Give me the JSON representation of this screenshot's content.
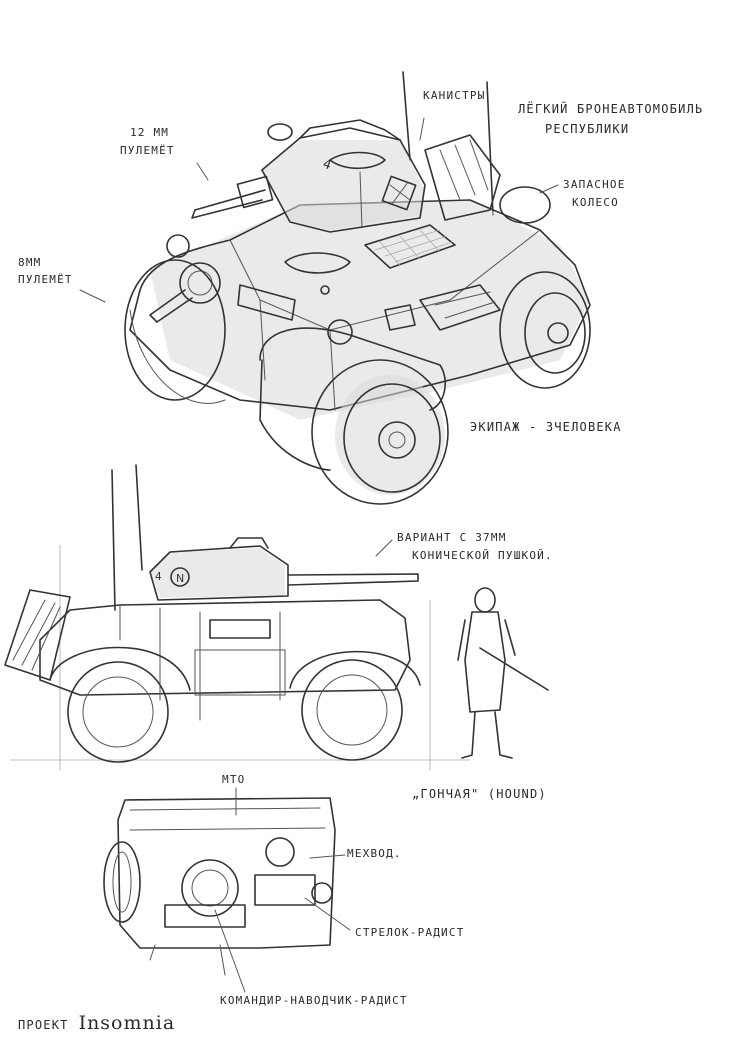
{
  "labels": {
    "title_line1": "ЛЁГКИЙ БРОНЕАВТОМОБИЛЬ",
    "title_line2": "РЕСПУБЛИКИ",
    "canisters": "КАНИСТРЫ",
    "mg12_line1": "12 ММ",
    "mg12_line2": "ПУЛЕМЁТ",
    "mg8_line1": "8ММ",
    "mg8_line2": "ПУЛЕМЁТ",
    "spare_wheel_line1": "ЗАПАСНОЕ",
    "spare_wheel_line2": "КОЛЕСО",
    "crew": "ЭКИПАЖ - 3ЧЕЛОВЕКА",
    "variant_line1": "ВАРИАНТ С 37ММ",
    "variant_line2": "КОНИЧЕСКОЙ ПУШКОЙ.",
    "hound": "„ГОНЧАЯ\" (HOUND)",
    "mto": "МТО",
    "driver": "МЕХВОД.",
    "gunner": "СТРЕЛОК-РАДИСТ",
    "commander": "КОМАНДИР-НАВОДЧИК-РАДИСТ",
    "project_word": "ПРОЕКТ",
    "project_name": "Insomnia"
  },
  "turret_marks": {
    "number": "4",
    "badge": "N"
  }
}
